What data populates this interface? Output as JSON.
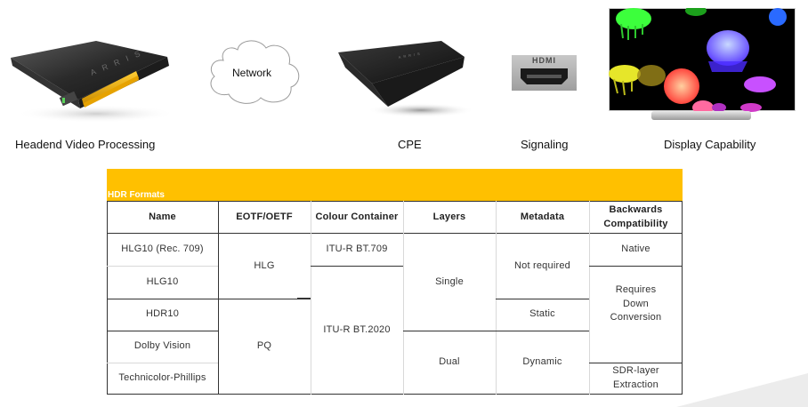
{
  "pipeline": {
    "stages": [
      {
        "id": "headend",
        "label": "Headend Video Processing",
        "image": "arris-rack-server"
      },
      {
        "id": "network",
        "label": "Network",
        "image": "cloud-shape"
      },
      {
        "id": "cpe",
        "label": "CPE",
        "image": "arris-set-top-box"
      },
      {
        "id": "signaling",
        "label": "Signaling",
        "image": "hdmi-port",
        "port_text": "HDMI"
      },
      {
        "id": "display",
        "label": "Display Capability",
        "image": "oled-tv-jellyfish"
      }
    ]
  },
  "table": {
    "title": "HDR Formats",
    "accent_color": "#ffc000",
    "columns": [
      "Name",
      "EOTF/OETF",
      "Colour Container",
      "Layers",
      "Metadata",
      "Backwards Compatibility"
    ],
    "rows": [
      {
        "name": "HLG10 (Rec. 709)",
        "eotf": "HLG",
        "container": "ITU-R BT.709",
        "layers": "Single",
        "metadata": "Not required",
        "compat": "Native"
      },
      {
        "name": "HLG10",
        "eotf": "HLG",
        "container": "ITU-R BT.2020",
        "layers": "Single",
        "metadata": "Not required",
        "compat": "Requires Down Conversion"
      },
      {
        "name": "HDR10",
        "eotf": "PQ",
        "container": "ITU-R BT.2020",
        "layers": "Single",
        "metadata": "Static",
        "compat": "Requires Down Conversion"
      },
      {
        "name": "Dolby Vision",
        "eotf": "PQ",
        "container": "ITU-R BT.2020",
        "layers": "Dual",
        "metadata": "Dynamic",
        "compat": "Requires Down Conversion"
      },
      {
        "name": "Technicolor-Phillips",
        "eotf": "PQ",
        "container": "ITU-R BT.2020",
        "layers": "Dual",
        "metadata": "Dynamic",
        "compat": "SDR-layer Extraction"
      }
    ],
    "merged": {
      "eotf_hlg": "HLG",
      "eotf_pq": "PQ",
      "container_709": "ITU-R BT.709",
      "container_2020": "ITU-R BT.2020",
      "layers_single": "Single",
      "layers_dual": "Dual",
      "metadata_not_required": "Not required",
      "metadata_static": "Static",
      "metadata_dynamic": "Dynamic",
      "compat_native": "Native",
      "compat_down": "Requires Down Conversion",
      "compat_sdr": "SDR-layer Extraction"
    }
  }
}
